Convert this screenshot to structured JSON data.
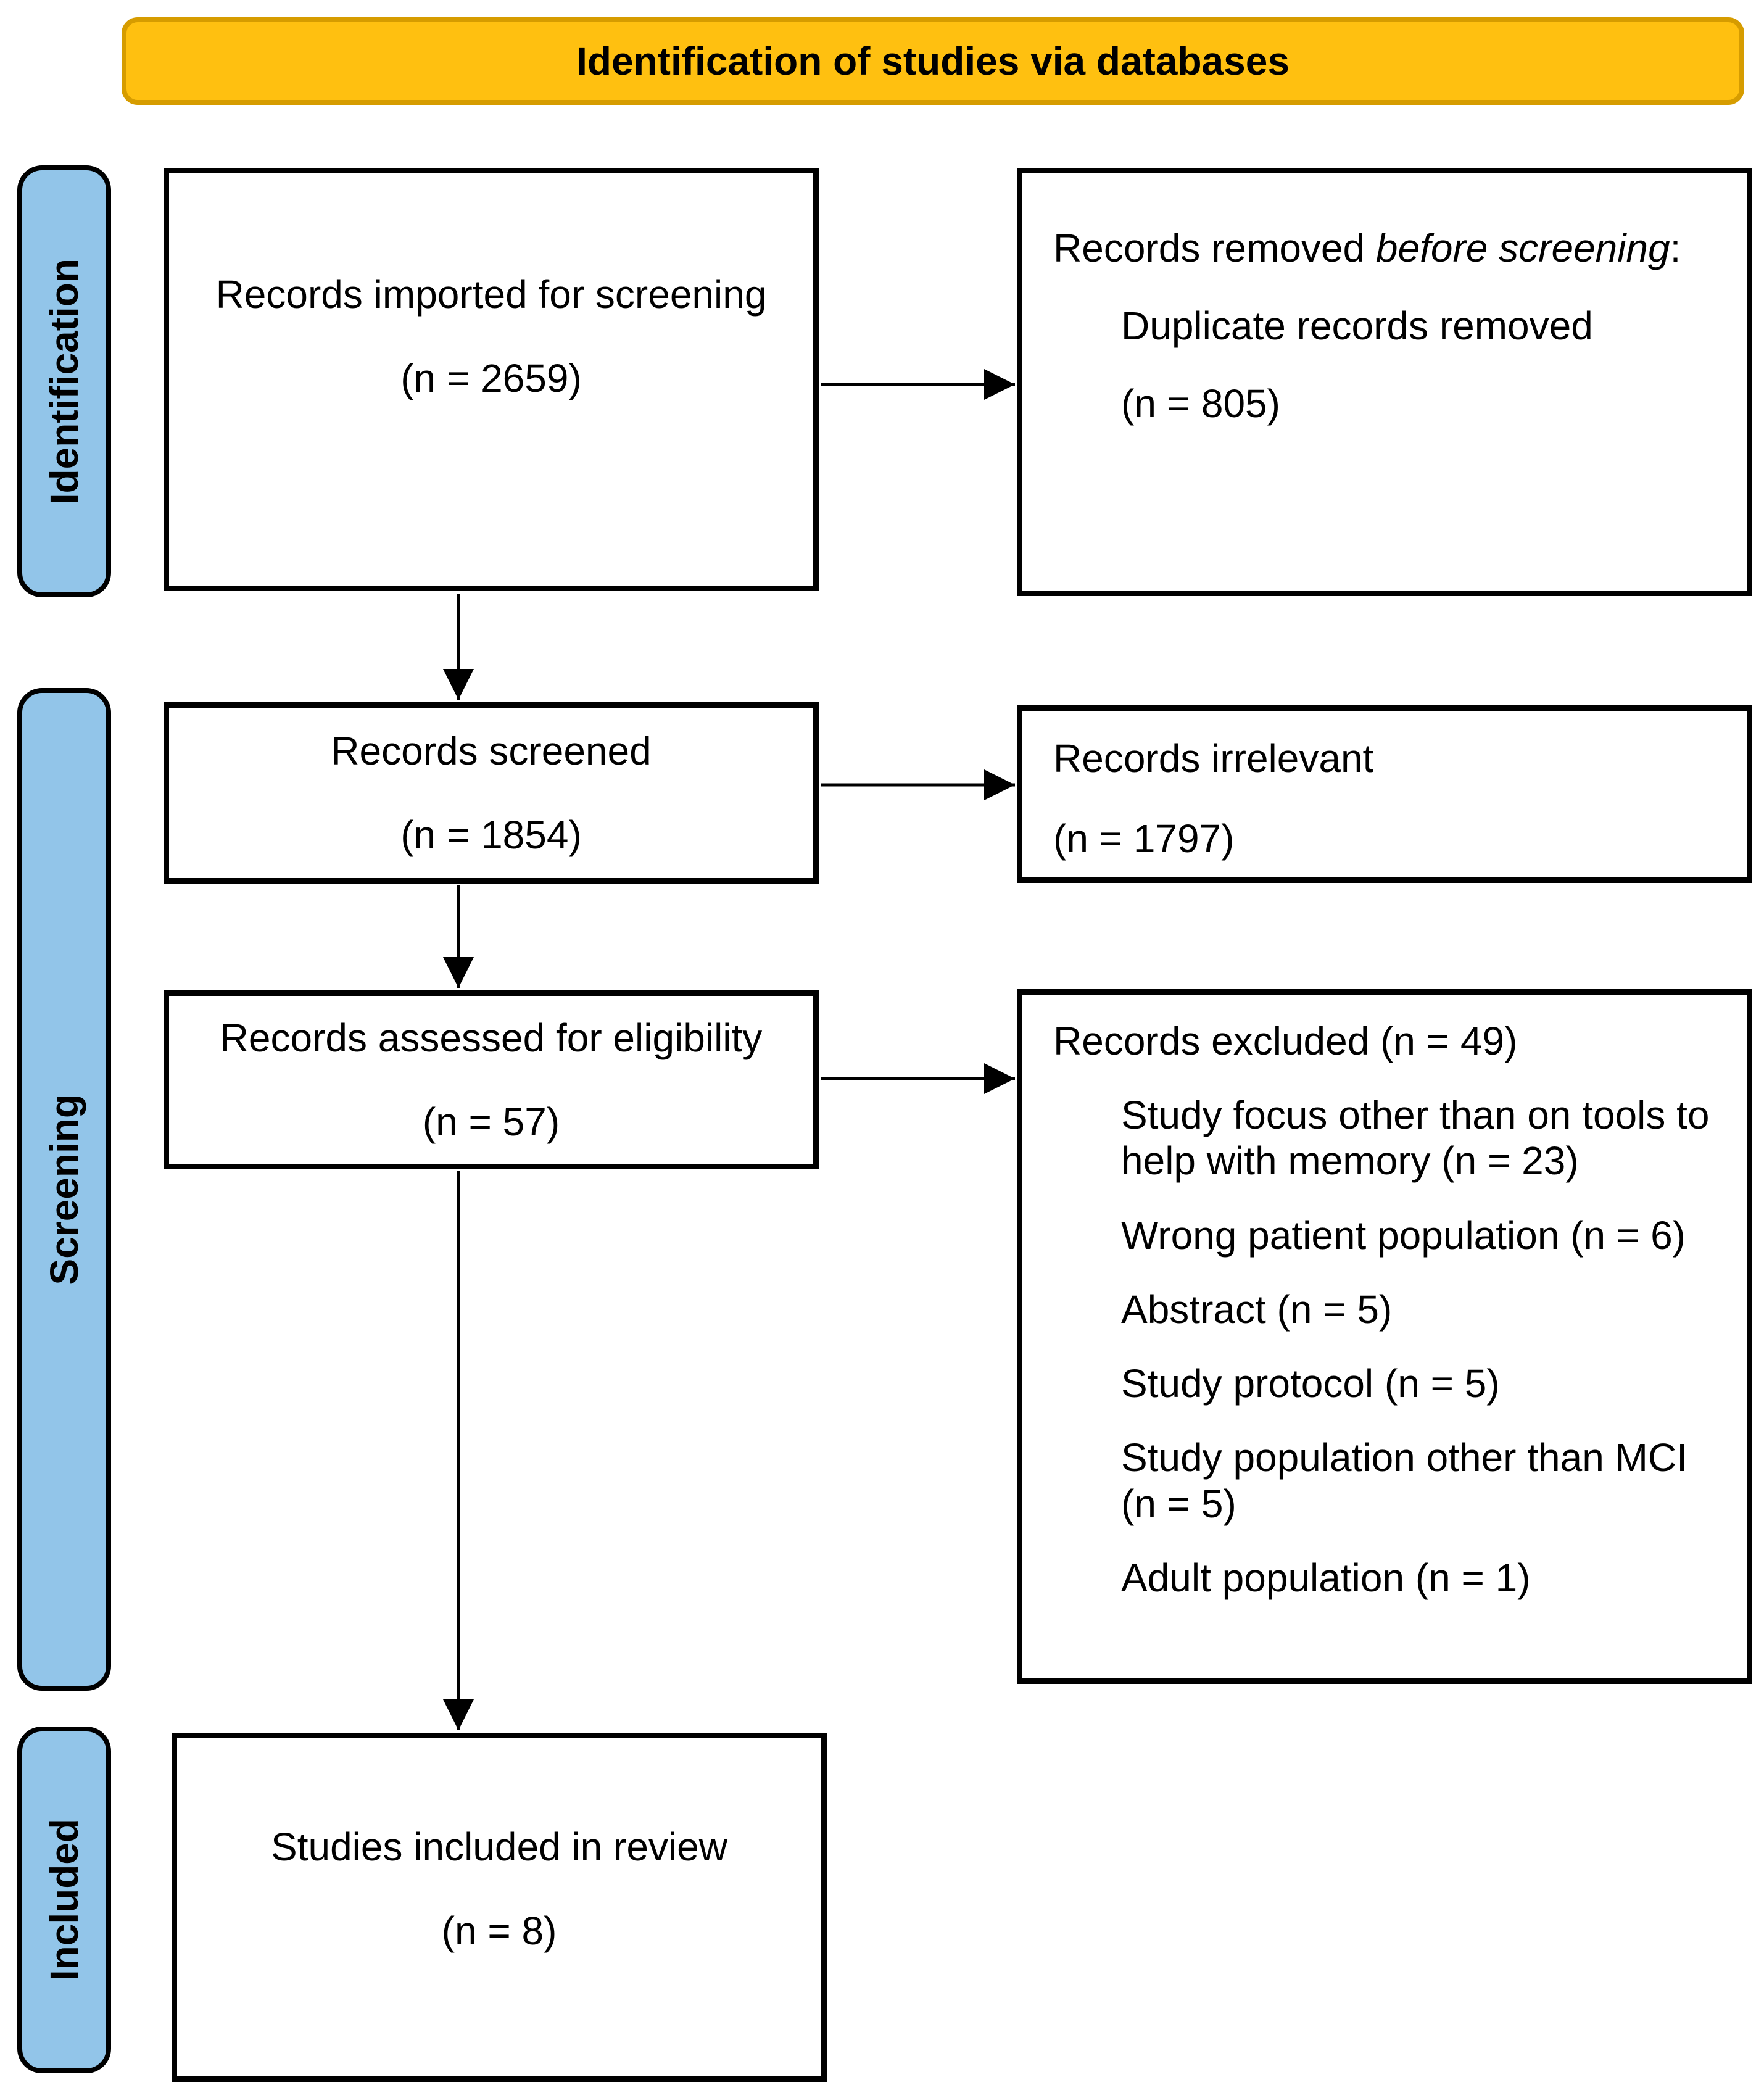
{
  "colors": {
    "banner-bg": "#FFC010",
    "banner-border": "#D69C00",
    "tag-bg": "#92C5E9"
  },
  "banner": {
    "title": "Identification of studies via databases"
  },
  "sidebar": {
    "identification": "Identification",
    "screening": "Screening",
    "included": "Included"
  },
  "boxes": {
    "imported": {
      "label": "Records imported for screening",
      "count": "(n = 2659)"
    },
    "screened": {
      "label": "Records screened",
      "count": "(n = 1854)"
    },
    "assessed": {
      "label": "Records assessed for eligibility",
      "count": "(n = 57)"
    },
    "included": {
      "label": "Studies included in review",
      "count": "(n = 8)"
    },
    "removed": {
      "title_prefix": "Records removed ",
      "title_italic": "before screening",
      "title_suffix": ":",
      "reason": "Duplicate records removed",
      "count": "(n = 805)"
    },
    "irrelevant": {
      "label": "Records irrelevant",
      "count": "(n = 1797)"
    },
    "excluded": {
      "title": "Records excluded (n = 49)",
      "reasons": [
        "Study focus other than on tools to help with memory (n = 23)",
        "Wrong patient population (n = 6)",
        "Abstract (n = 5)",
        "Study protocol (n = 5)",
        "Study population other than MCI (n = 5)",
        "Adult population (n = 1)"
      ]
    }
  }
}
